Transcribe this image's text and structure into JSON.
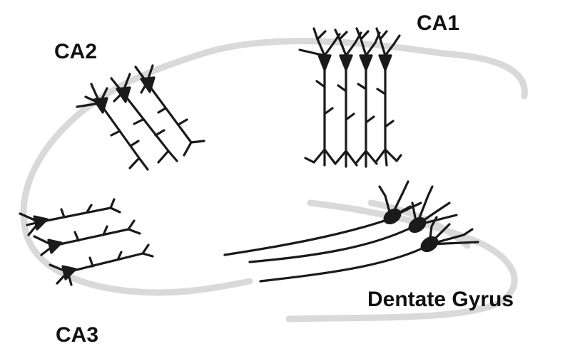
{
  "diagram": {
    "labels": {
      "ca1": "CA1",
      "ca2": "CA2",
      "ca3": "CA3",
      "dentate_gyrus": "Dentate Gyrus"
    },
    "colors": {
      "background": "#ffffff",
      "outline": "#d9d9d9",
      "neuron": "#1a1a1a",
      "text": "#111111"
    }
  }
}
